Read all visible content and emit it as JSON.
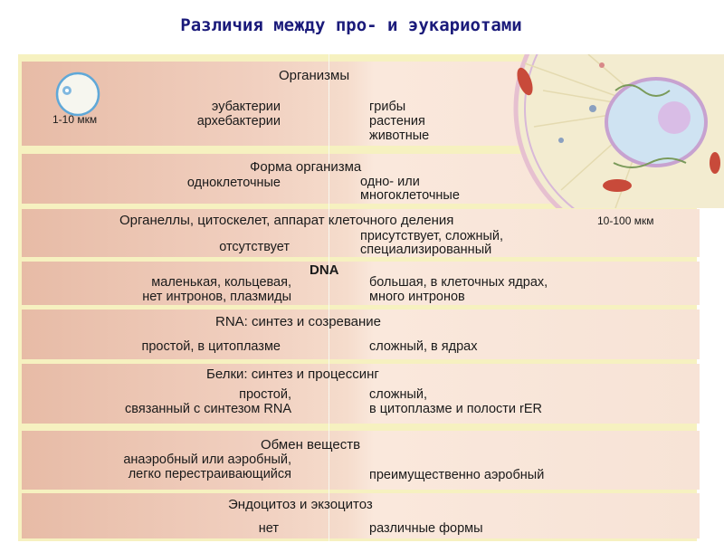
{
  "title": "Различия между про- и эукариотами",
  "sizes": {
    "prokaryote": "1-10 мкм",
    "eukaryote": "10-100 мкм"
  },
  "rows": [
    {
      "heading": "Организмы",
      "left": [
        "эубактерии",
        "архебактерии"
      ],
      "right": [
        "грибы",
        "растения",
        "животные"
      ]
    },
    {
      "heading": "Форма организма",
      "left": [
        "одноклеточные"
      ],
      "right": [
        "одно- или",
        "многоклеточные"
      ]
    },
    {
      "heading": "Органеллы, цитоскелет, аппарат клеточного деления",
      "left": [
        "отсутствует"
      ],
      "right": [
        "присутствует, сложный,",
        "специализированный"
      ]
    },
    {
      "heading": "DNA",
      "left": [
        "маленькая, кольцевая,",
        "нет интронов, плазмиды"
      ],
      "right": [
        "большая, в клеточных ядрах,",
        "много интронов"
      ]
    },
    {
      "heading": "RNA: синтез и созревание",
      "left": [
        "простой, в цитоплазме"
      ],
      "right": [
        "сложный, в ядрах"
      ]
    },
    {
      "heading": "Белки: синтез и процессинг",
      "left": [
        "простой,",
        "связанный с синтезом RNA"
      ],
      "right": [
        "сложный,",
        "в цитоплазме и полости rER"
      ]
    },
    {
      "heading": "Обмен веществ",
      "left": [
        "анаэробный или аэробный,",
        "легко перестраивающийся"
      ],
      "right": [
        "преимущественно аэробный"
      ]
    },
    {
      "heading": "Эндоцитоз и экзоцитоз",
      "left": [
        "нет"
      ],
      "right": [
        "различные формы"
      ]
    }
  ]
}
